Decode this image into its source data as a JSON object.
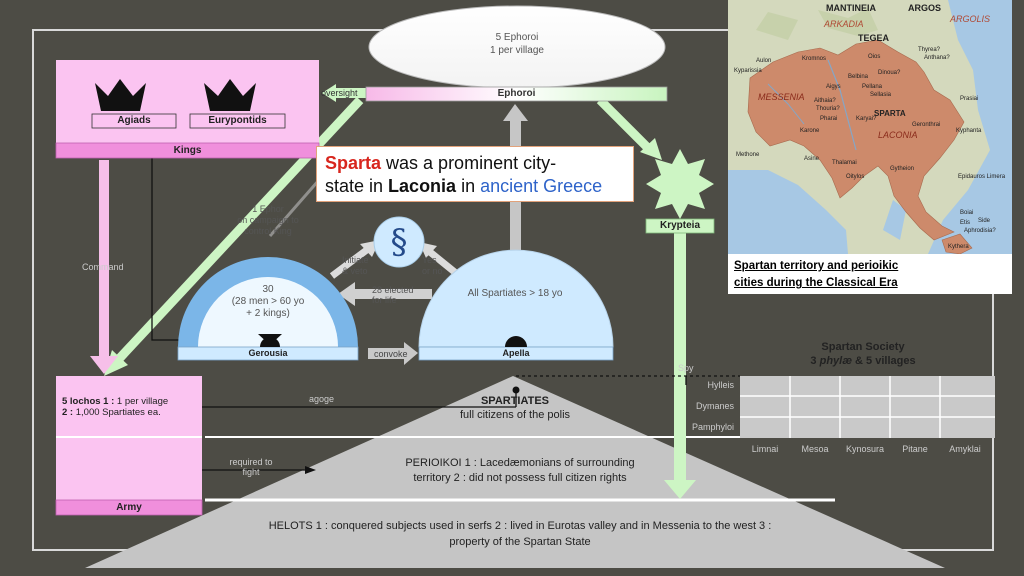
{
  "ephors": {
    "line1": "5 Ephoroi",
    "line2": "1 per village",
    "bar_label": "Ephoroi",
    "oversight": "oversight"
  },
  "kings": {
    "house1": "Agiads",
    "house2": "Eurypontids",
    "bar_label": "Kings"
  },
  "callout": {
    "term": "Sparta",
    "t1": " was a prominent city-",
    "t2": "state in ",
    "region": "Laconia",
    "t3": " in ",
    "link": "ancient Greece"
  },
  "arrows": {
    "ephor_campaign_1": "1 Ephor",
    "ephor_campaign_2": "on campaign to",
    "ephor_campaign_3": "control King",
    "command": "Command",
    "initiate_1": "Initiate",
    "initiate_2": "& veto",
    "yes_no_1": "Yes",
    "yes_no_2": "or no",
    "elected_1": "28 elected",
    "elected_2": "for life",
    "convoke": "convoke",
    "agoge": "agoge",
    "required_1": "required to",
    "required_2": "fight",
    "spy": "Spy",
    "law_symbol": "§"
  },
  "gerousia": {
    "line1": "30",
    "line2": "(28 men > 60 yo",
    "line3": "+ 2 kings)",
    "bar_label": "Gerousia"
  },
  "apella": {
    "line1": "All Spartiates > 18 yo",
    "bar_label": "Apella"
  },
  "krypteia": {
    "bar_label": "Krypteia"
  },
  "army": {
    "l1_bold": "5 lochos",
    "l1_colon": "  1 :",
    "l1_rest": " 1 per village",
    "l2_bold": "2 :",
    "l2_rest": " 1,000 Spartiates ea.",
    "bar_label": "Army"
  },
  "society": {
    "spartiates_title": "SPARTIATES",
    "spartiates_sub": "full citizens of the polis",
    "perioikoi_a": "PERIOIKOI  1 : Lacedæmonians of surrounding",
    "perioikoi_b": "territory  2 : did not possess full citizen rights",
    "helots_a": "HELOTS  1 : conquered subjects used in serfs  2 : lived in Eurotas valley and in Messenia to the west  3 :",
    "helots_b": "property of the Spartan State"
  },
  "spartan_society": {
    "title": "Spartan Society",
    "sub_a": "3 ",
    "sub_italic": "phylæ",
    "sub_b": " & 5 villages",
    "phylae": [
      "Hylleis",
      "Dymanes",
      "Pamphyloi"
    ],
    "villages": [
      "Limnai",
      "Mesoa",
      "Kynosura",
      "Pitane",
      "Amyklai"
    ]
  },
  "map": {
    "caption_1": "Spartan territory and perioikic",
    "caption_2": "cities during the Classical Era",
    "regions": [
      "ARKADIA",
      "ARGOLIS",
      "MESSENIA",
      "LACONIA"
    ],
    "places": [
      "MANTINEIA",
      "ARGOS",
      "TEGEA",
      "Aulon",
      "Kromnos",
      "Oios",
      "Thyrea?",
      "Anthana?",
      "Kyparissia",
      "Belbina",
      "Dinoua?",
      "Aigys",
      "Pellana",
      "Sellasia",
      "Aithaia?",
      "Thouria?",
      "SPARTA",
      "Prasiai",
      "Pharai",
      "Karyai?",
      "Karone",
      "Geronthrai",
      "Kyphanta",
      "Methone",
      "Asine",
      "Thalamai",
      "Gytheion",
      "Oitylos",
      "Epidauros Limera",
      "Boiai",
      "Etis",
      "Side",
      "Aphrodisia?",
      "Kythera"
    ]
  },
  "colors": {
    "background": "#4d4c45",
    "pink": "#fbc4f1",
    "light_blue": "#cfeaff",
    "green": "#cdf5c4",
    "triangle": "#c5c5c5",
    "grid": "#c9c9c9",
    "callout_red": "#d8261e",
    "callout_blue": "#2e63c9",
    "land": "#cd8a6b"
  },
  "icons": [
    "crown-icon",
    "law-section-icon",
    "star-icon",
    "arrow-icon"
  ]
}
